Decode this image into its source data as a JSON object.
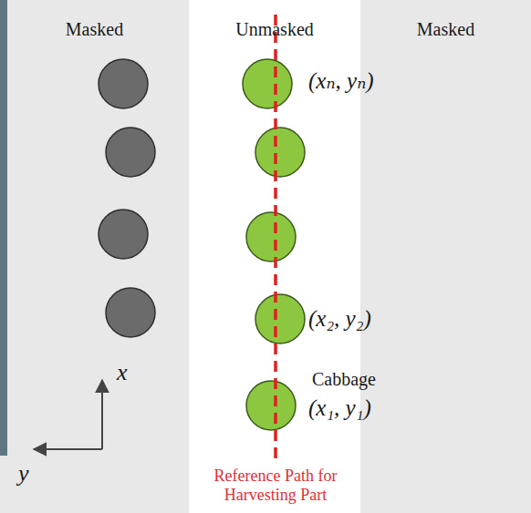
{
  "diagram": {
    "nodes": [
      {
        "text": [
          "Masked"
        ]
      },
      {
        "text": [
          "Unmasked"
        ]
      },
      {
        "text": [
          "Masked"
        ]
      }
    ],
    "labels": [
      "(xₙ, yₙ)",
      "(x₂, y₂)",
      "Cabbage",
      "(x₁, y₁)",
      "Reference Path for Harvesting Part",
      "x",
      "y"
    ]
  }
}
